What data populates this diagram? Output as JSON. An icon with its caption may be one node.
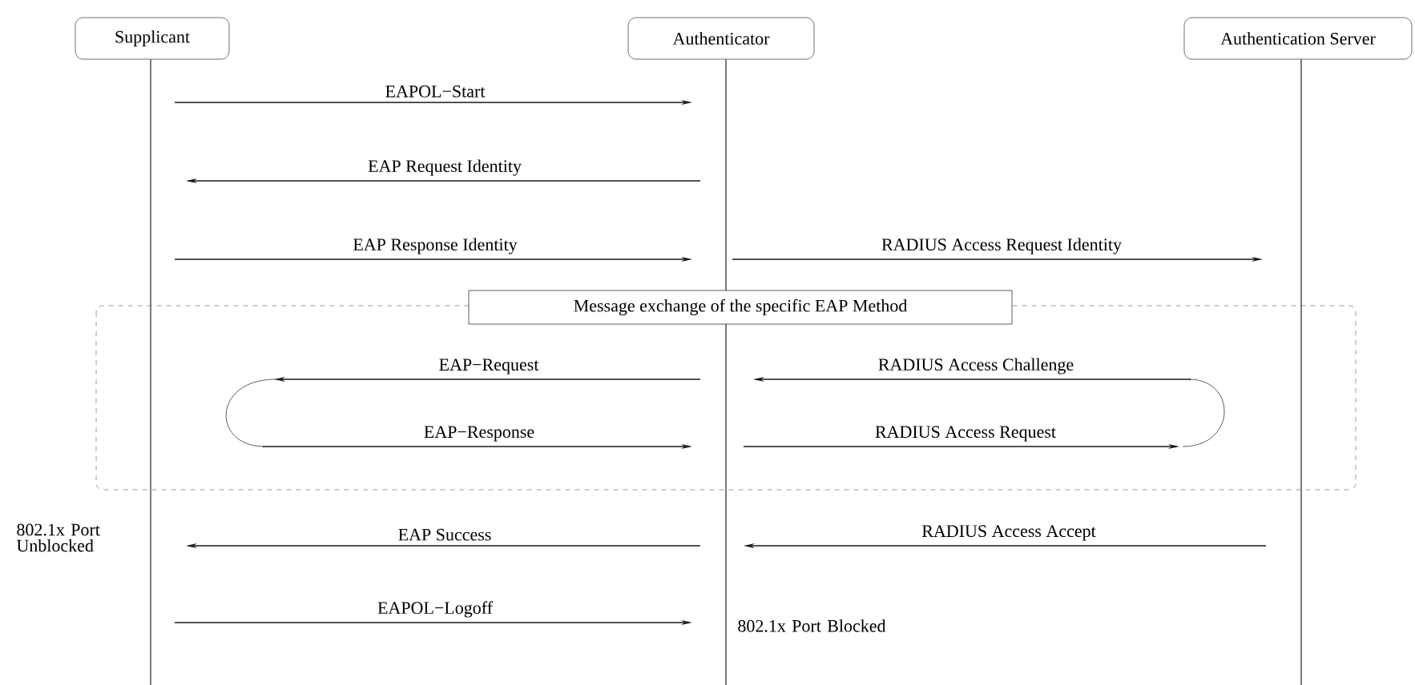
{
  "diagram": {
    "nodes": [
      {
        "text": [
          "Supplicant"
        ]
      },
      {
        "text": [
          "Authenticator"
        ]
      },
      {
        "text": [
          "Authentication Server"
        ]
      },
      {
        "text": [
          "Message exchange of the specific EAP  Method"
        ]
      }
    ],
    "edges": [
      {
        "from": 0,
        "to": 1,
        "arrow": "to",
        "label": "EAPOL−Start"
      },
      {
        "from": 1,
        "to": 0,
        "arrow": "to",
        "label": "EAP Request Identity"
      },
      {
        "from": 0,
        "to": 1,
        "arrow": "to",
        "label": "EAP Response Identity"
      },
      {
        "from": 1,
        "to": 2,
        "arrow": "to",
        "label": "RADIUS Access Request Identity"
      },
      {
        "from": 1,
        "to": 0,
        "arrow": "to",
        "label": "EAP−Request"
      },
      {
        "from": 0,
        "to": 1,
        "arrow": "to",
        "label": "EAP−Response"
      },
      {
        "from": 2,
        "to": 1,
        "arrow": "to",
        "label": "RADIUS Access Challenge"
      },
      {
        "from": 1,
        "to": 2,
        "arrow": "to",
        "label": "RADIUS Access Request"
      },
      {
        "from": 1,
        "to": 0,
        "arrow": "to",
        "label": "EAP Success"
      },
      {
        "from": 2,
        "to": 1,
        "arrow": "to",
        "label": "RADIUS Access Accept"
      },
      {
        "from": 0,
        "to": 1,
        "arrow": "to",
        "label": "EAPOL−Logoff"
      }
    ],
    "labels": [
      "802.1x Port Unblocked",
      "802.1x Port Blocked"
    ]
  }
}
